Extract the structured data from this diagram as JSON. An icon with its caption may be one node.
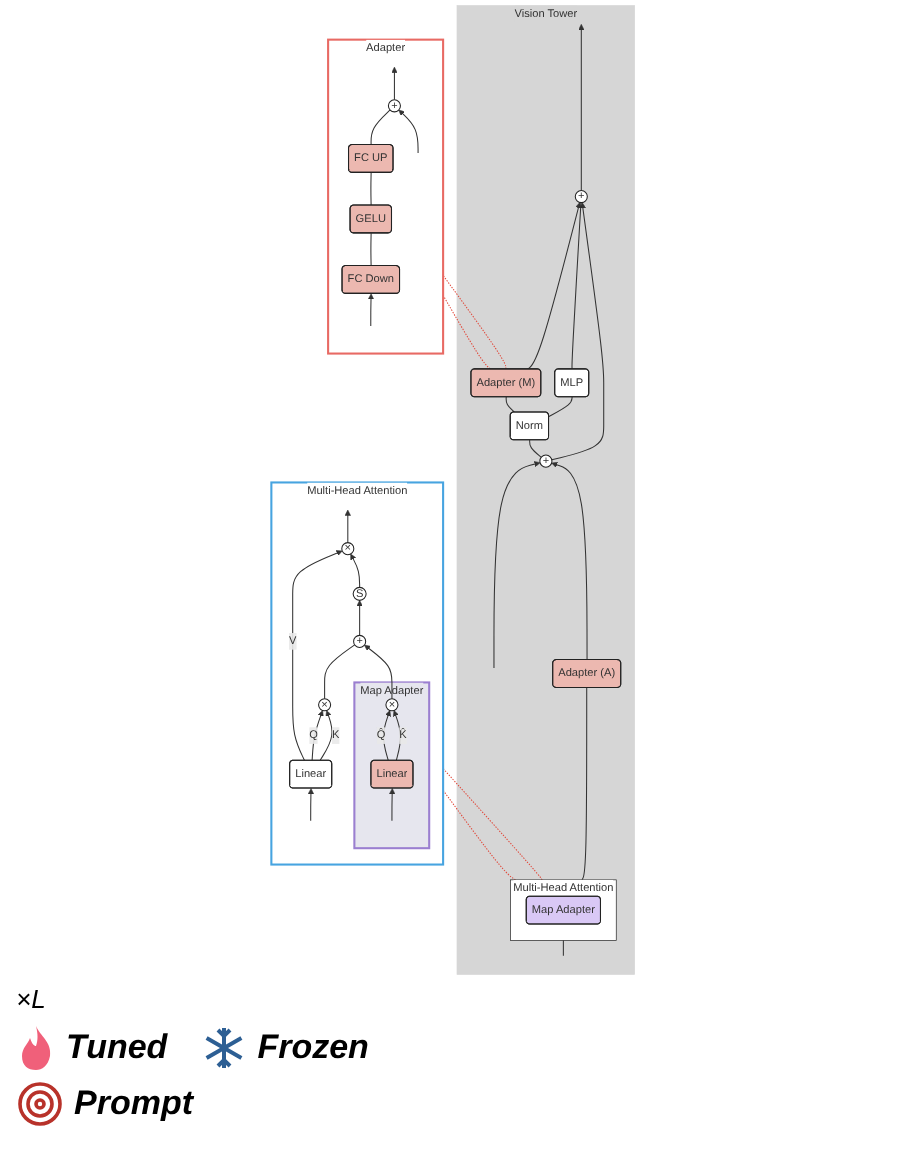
{
  "diagram": {
    "nodes": [
      {
        "text": [
          "Vision Tower"
        ]
      },
      {
        "text": [
          "+"
        ],
        "in": 0
      },
      {
        "text": [
          "MLP"
        ],
        "in": 0
      },
      {
        "text": [
          "Adapter (M)"
        ],
        "in": 0
      },
      {
        "text": [
          "Norm"
        ],
        "in": 0
      },
      {
        "text": [
          "+"
        ],
        "in": 0
      },
      {
        "text": [
          "Adapter (A)"
        ],
        "in": 0
      },
      {
        "text": [
          "Multi-Head Attention"
        ],
        "in": 0
      },
      {
        "text": [
          "Map Adapter"
        ],
        "in": 7
      },
      {
        "text": [
          "Adapter"
        ]
      },
      {
        "text": [
          "+"
        ],
        "in": 9
      },
      {
        "text": [
          "FC UP"
        ],
        "in": 9
      },
      {
        "text": [
          "GELU"
        ],
        "in": 9
      },
      {
        "text": [
          "FC Down"
        ],
        "in": 9
      },
      {
        "text": [
          "Multi-Head Attention"
        ]
      },
      {
        "text": [
          "Map Adapter"
        ],
        "in": 14
      },
      {
        "text": [
          "×"
        ],
        "in": 15
      },
      {
        "text": [
          "Linear"
        ],
        "in": 15
      },
      {
        "text": [
          "×"
        ],
        "in": 14
      },
      {
        "text": [
          "S"
        ],
        "in": 14
      },
      {
        "text": [
          "+"
        ],
        "in": 14
      },
      {
        "text": [
          "×"
        ],
        "in": 14
      },
      {
        "text": [
          "Linear"
        ],
        "in": 14
      }
    ],
    "edges": [
      {
        "from": null,
        "to": 7,
        "arrow": "none"
      },
      {
        "from": 7,
        "to": 6,
        "arrow": "none"
      },
      {
        "from": 6,
        "to": 5,
        "arrow": "to"
      },
      {
        "from": null,
        "to": 5,
        "arrow": "to"
      },
      {
        "from": 5,
        "to": 4,
        "arrow": "none"
      },
      {
        "from": 4,
        "to": 2,
        "arrow": "none"
      },
      {
        "from": 4,
        "to": 3,
        "arrow": "none"
      },
      {
        "from": 5,
        "to": 1,
        "arrow": "to"
      },
      {
        "from": 2,
        "to": 1,
        "arrow": "none"
      },
      {
        "from": 3,
        "to": 1,
        "arrow": "to"
      },
      {
        "from": 1,
        "to": null,
        "arrow": "to"
      },
      {
        "from": 3,
        "to": 9,
        "arrow": "none",
        "style": "dashed",
        "color": "#e0483a"
      },
      {
        "from": 3,
        "to": 9,
        "arrow": "none",
        "style": "dashed",
        "color": "#e0483a"
      },
      {
        "from": 7,
        "to": 14,
        "arrow": "none",
        "style": "dashed",
        "color": "#e0483a"
      },
      {
        "from": 7,
        "to": 14,
        "arrow": "none",
        "style": "dashed",
        "color": "#e0483a"
      },
      {
        "from": null,
        "to": 13,
        "arrow": "to"
      },
      {
        "from": 13,
        "to": 12,
        "arrow": "none"
      },
      {
        "from": 12,
        "to": 11,
        "arrow": "none"
      },
      {
        "from": 11,
        "to": 10,
        "arrow": "none"
      },
      {
        "from": null,
        "to": 10,
        "arrow": "to"
      },
      {
        "from": 10,
        "to": null,
        "arrow": "to"
      },
      {
        "from": null,
        "to": 17,
        "arrow": "to"
      },
      {
        "from": null,
        "to": 22,
        "arrow": "to"
      },
      {
        "from": 17,
        "to": 16,
        "arrow": "to",
        "label": "Q̂"
      },
      {
        "from": 17,
        "to": 16,
        "arrow": "to",
        "label": "K̂"
      },
      {
        "from": 22,
        "to": 21,
        "arrow": "to",
        "label": "Q"
      },
      {
        "from": 22,
        "to": 21,
        "arrow": "to",
        "label": "K"
      },
      {
        "from": 22,
        "to": 18,
        "arrow": "to",
        "label": "V"
      },
      {
        "from": 21,
        "to": 20,
        "arrow": "none"
      },
      {
        "from": 16,
        "to": 20,
        "arrow": "to"
      },
      {
        "from": 20,
        "to": 19,
        "arrow": "to"
      },
      {
        "from": 19,
        "to": 18,
        "arrow": "to"
      },
      {
        "from": 18,
        "to": null,
        "arrow": "to"
      }
    ],
    "labels": [
      "×L"
    ],
    "legend": [
      {
        "text": "Tuned"
      },
      {
        "text": "Frozen"
      },
      {
        "text": "Prompt"
      }
    ]
  }
}
